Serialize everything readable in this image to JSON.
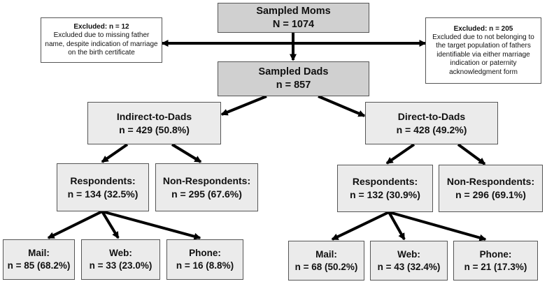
{
  "sampled_moms": {
    "title": "Sampled Moms",
    "count": "N = 1074"
  },
  "excluded_left": {
    "title": "Excluded: n = 12",
    "text": "Excluded due to missing father name, despite indication of marriage on the birth certificate"
  },
  "excluded_right": {
    "title": "Excluded: n = 205",
    "text": "Excluded due to not belonging to the target population of fathers identifiable via either marriage indication or paternity acknowledgment form"
  },
  "sampled_dads": {
    "title": "Sampled Dads",
    "count": "n = 857"
  },
  "indirect": {
    "title": "Indirect-to-Dads",
    "count": "n = 429 (50.8%)",
    "respondents": {
      "title": "Respondents:",
      "count": "n = 134 (32.5%)"
    },
    "nonrespondents": {
      "title": "Non-Respondents:",
      "count": "n = 295 (67.6%)"
    },
    "modes": [
      {
        "title": "Mail:",
        "count": "n = 85 (68.2%)"
      },
      {
        "title": "Web:",
        "count": "n = 33 (23.0%)"
      },
      {
        "title": "Phone:",
        "count": "n = 16 (8.8%)"
      }
    ]
  },
  "direct": {
    "title": "Direct-to-Dads",
    "count": "n = 428 (49.2%)",
    "respondents": {
      "title": "Respondents:",
      "count": "n = 132 (30.9%)"
    },
    "nonrespondents": {
      "title": "Non-Respondents:",
      "count": "n = 296 (69.1%)"
    },
    "modes": [
      {
        "title": "Mail:",
        "count": "n = 68 (50.2%)"
      },
      {
        "title": "Web:",
        "count": "n = 43 (32.4%)"
      },
      {
        "title": "Phone:",
        "count": "n = 21 (17.3%)"
      }
    ]
  }
}
